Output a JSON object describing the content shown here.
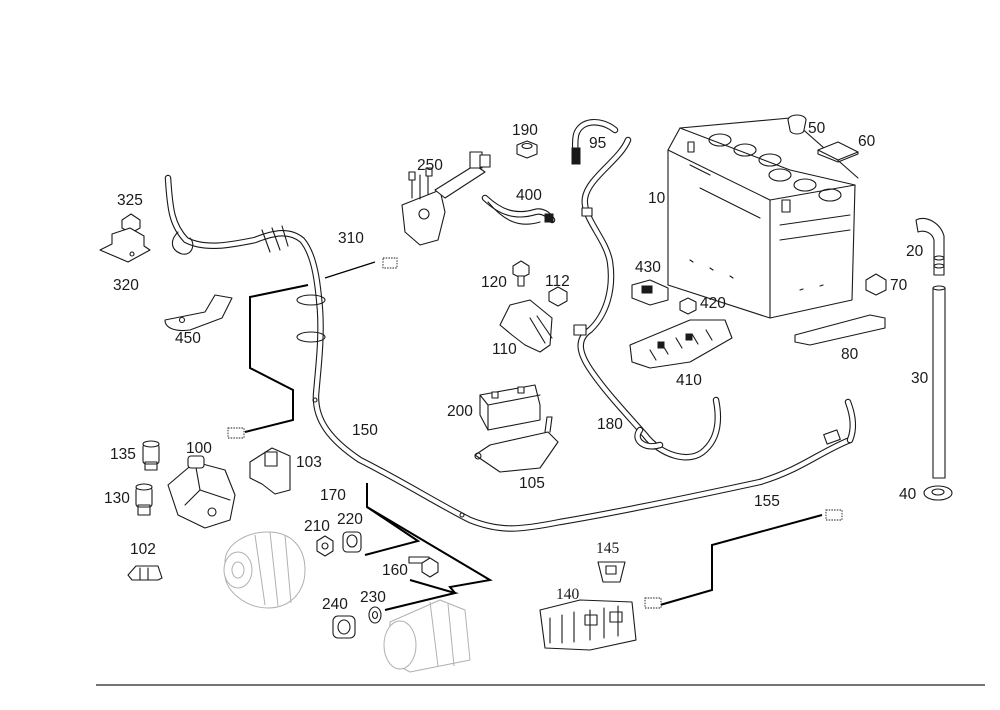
{
  "diagram": {
    "callouts": [
      {
        "id": "label-325",
        "text": "325"
      },
      {
        "id": "label-320",
        "text": "320"
      },
      {
        "id": "label-450",
        "text": "450"
      },
      {
        "id": "label-310",
        "text": "310"
      },
      {
        "id": "label-250",
        "text": "250"
      },
      {
        "id": "label-190",
        "text": "190"
      },
      {
        "id": "label-95",
        "text": "95"
      },
      {
        "id": "label-400",
        "text": "400"
      },
      {
        "id": "label-50",
        "text": "50"
      },
      {
        "id": "label-60",
        "text": "60"
      },
      {
        "id": "label-10",
        "text": "10"
      },
      {
        "id": "label-20",
        "text": "20"
      },
      {
        "id": "label-70",
        "text": "70"
      },
      {
        "id": "label-80",
        "text": "80"
      },
      {
        "id": "label-30",
        "text": "30"
      },
      {
        "id": "label-40",
        "text": "40"
      },
      {
        "id": "label-120",
        "text": "120"
      },
      {
        "id": "label-112",
        "text": "112"
      },
      {
        "id": "label-110",
        "text": "110"
      },
      {
        "id": "label-430",
        "text": "430"
      },
      {
        "id": "label-420",
        "text": "420"
      },
      {
        "id": "label-410",
        "text": "410"
      },
      {
        "id": "label-200",
        "text": "200"
      },
      {
        "id": "label-180",
        "text": "180"
      },
      {
        "id": "label-105",
        "text": "105"
      },
      {
        "id": "label-150",
        "text": "150"
      },
      {
        "id": "label-135",
        "text": "135"
      },
      {
        "id": "label-100",
        "text": "100"
      },
      {
        "id": "label-103",
        "text": "103"
      },
      {
        "id": "label-130",
        "text": "130"
      },
      {
        "id": "label-102",
        "text": "102"
      },
      {
        "id": "label-170",
        "text": "170"
      },
      {
        "id": "label-210",
        "text": "210"
      },
      {
        "id": "label-220",
        "text": "220"
      },
      {
        "id": "label-160",
        "text": "160"
      },
      {
        "id": "label-240",
        "text": "240"
      },
      {
        "id": "label-230",
        "text": "230"
      },
      {
        "id": "label-155",
        "text": "155"
      },
      {
        "id": "label-145",
        "text": "145"
      },
      {
        "id": "label-140",
        "text": "140"
      }
    ]
  }
}
